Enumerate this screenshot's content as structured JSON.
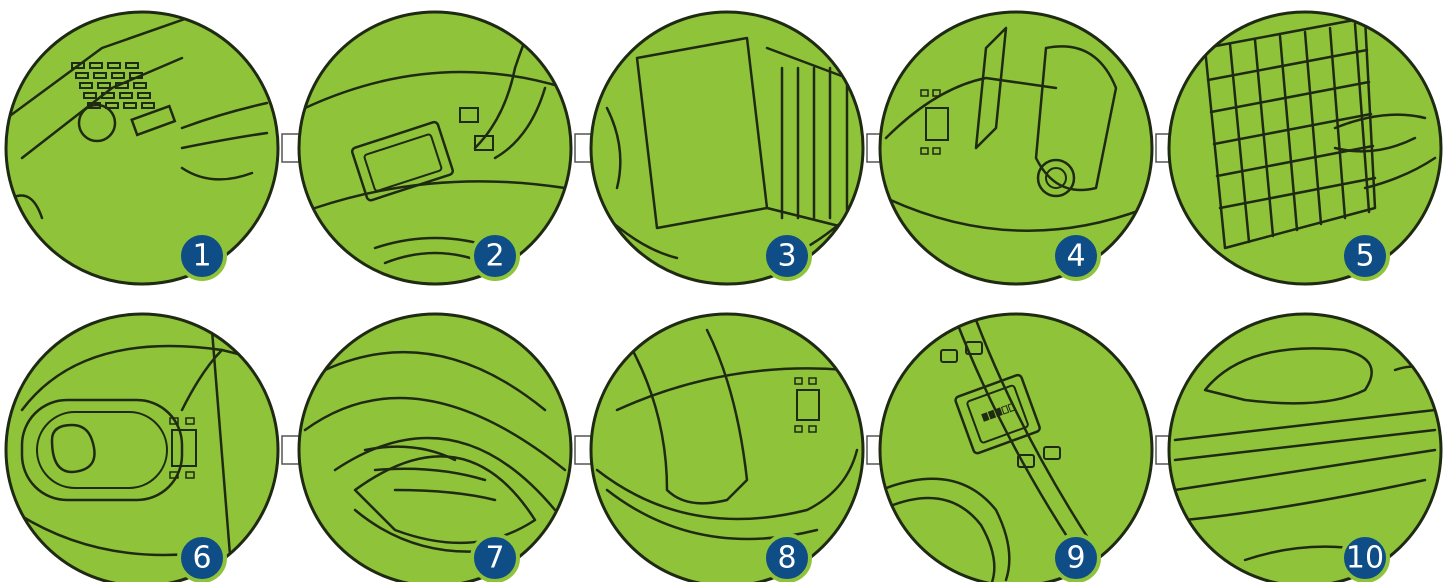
{
  "steps": [
    {
      "number": "1",
      "icon": "power-cord-plug-illustration"
    },
    {
      "number": "2",
      "icon": "control-panel-button-illustration"
    },
    {
      "number": "3",
      "icon": "open-lid-illustration"
    },
    {
      "number": "4",
      "icon": "lift-lid-cable-illustration"
    },
    {
      "number": "5",
      "icon": "grille-filter-illustration"
    },
    {
      "number": "6",
      "icon": "press-start-button-illustration"
    },
    {
      "number": "7",
      "icon": "hand-in-footbed-illustration"
    },
    {
      "number": "8",
      "icon": "foot-in-footbed-illustration"
    },
    {
      "number": "9",
      "icon": "display-arrow-buttons-illustration"
    },
    {
      "number": "10",
      "icon": "final-position-illustration"
    }
  ],
  "colors": {
    "circle_fill": "#8fc33a",
    "outline": "#1f2a12",
    "badge_fill": "#0e4d86",
    "badge_ring": "#8fc33a",
    "badge_text": "#ffffff",
    "arrow_fill": "#ffffff",
    "arrow_stroke": "#555555"
  }
}
